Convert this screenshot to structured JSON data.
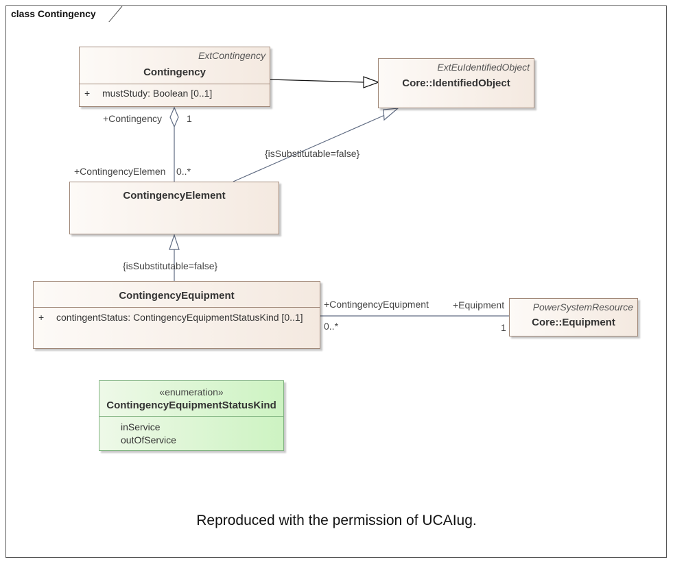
{
  "frame": {
    "title": "class Contingency"
  },
  "classes": {
    "contingency": {
      "stereotype": "ExtContingency",
      "name": "Contingency",
      "attr_vis": "+",
      "attr": "mustStudy: Boolean [0..1]"
    },
    "identified_object": {
      "stereotype": "ExtEuIdentifiedObject",
      "name": "Core::IdentifiedObject"
    },
    "contingency_element": {
      "name": "ContingencyElement"
    },
    "contingency_equipment": {
      "name": "ContingencyEquipment",
      "attr_vis": "+",
      "attr": "contingentStatus: ContingencyEquipmentStatusKind [0..1]"
    },
    "equipment": {
      "stereotype": "PowerSystemResource",
      "name": "Core::Equipment"
    },
    "status_kind": {
      "stereotype": "«enumeration»",
      "name": "ContingencyEquipmentStatusKind",
      "literals": [
        "inService",
        "outOfService"
      ]
    }
  },
  "associations": {
    "contingency_elements": {
      "end_a_role": "+Contingency",
      "end_a_mult": "1",
      "end_b_role": "+ContingencyElemen",
      "end_b_mult": "0..*"
    },
    "equipment_link": {
      "end_a_role": "+ContingencyEquipment",
      "end_a_mult": "0..*",
      "end_b_role": "+Equipment",
      "end_b_mult": "1"
    }
  },
  "constraints": {
    "element_generalization": "{isSubstitutable=false}",
    "equipment_generalization": "{isSubstitutable=false}"
  },
  "caption": "Reproduced with the permission of UCAIug.",
  "colors": {
    "class_fill": "#f4e9e0",
    "class_border": "#a08878",
    "enum_fill": "#cdf3c2",
    "line": "#5f6b82"
  }
}
